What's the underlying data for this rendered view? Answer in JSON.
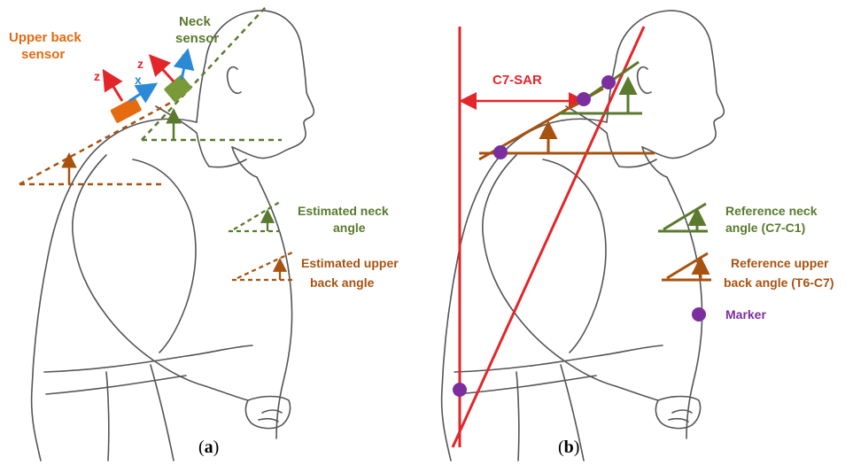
{
  "colors": {
    "neck_green": "#5a7a2e",
    "upper_back_brown": "#a8520f",
    "sensor_orange": "#e56a10",
    "axis_red": "#e3262a",
    "axis_blue": "#2b8ad6",
    "marker_purple": "#7b2f9e",
    "reference_red": "#e3262a",
    "sketch_gray": "#555555"
  },
  "panel_a": {
    "caption_open": "(",
    "caption_letter": "a",
    "caption_close": ")",
    "neck_sensor_label_1": "Neck",
    "neck_sensor_label_2": "sensor",
    "upper_back_sensor_label_1": "Upper back",
    "upper_back_sensor_label_2": "sensor",
    "axis_z": "z",
    "axis_x": "x",
    "legend": [
      {
        "line1": "Estimated neck",
        "line2": "angle",
        "color": "#5a7a2e"
      },
      {
        "line1": "Estimated upper",
        "line2": "back angle",
        "color": "#a8520f"
      }
    ]
  },
  "panel_b": {
    "caption_open": "(",
    "caption_letter": "b",
    "caption_close": ")",
    "c7_sar_label": "C7-SAR",
    "legend": [
      {
        "line1": "Reference neck",
        "line2": "angle (C7-C1)",
        "color": "#5a7a2e"
      },
      {
        "line1": "Reference upper",
        "line2": "back angle (T6-C7)",
        "color": "#a8520f"
      },
      {
        "line1": "Marker",
        "line2": "",
        "color": "#7b2f9e"
      }
    ]
  }
}
